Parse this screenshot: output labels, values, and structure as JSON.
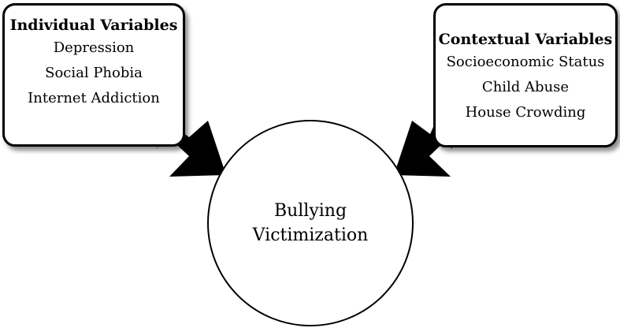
{
  "left_box": {
    "title": "Individual Variables",
    "items": [
      "Depression",
      "Social Phobia",
      "Internet Addiction"
    ]
  },
  "right_box": {
    "title": "Contextual Variables",
    "items": [
      "Socioeconomic Status",
      "Child Abuse",
      "House Crowding"
    ]
  },
  "center": {
    "line1": "Bullying",
    "line2": "Victimization"
  },
  "arrows": [
    {
      "name": "arrow-left-to-center",
      "from": "left_box",
      "to": "center"
    },
    {
      "name": "arrow-right-to-center",
      "from": "right_box",
      "to": "center"
    }
  ]
}
